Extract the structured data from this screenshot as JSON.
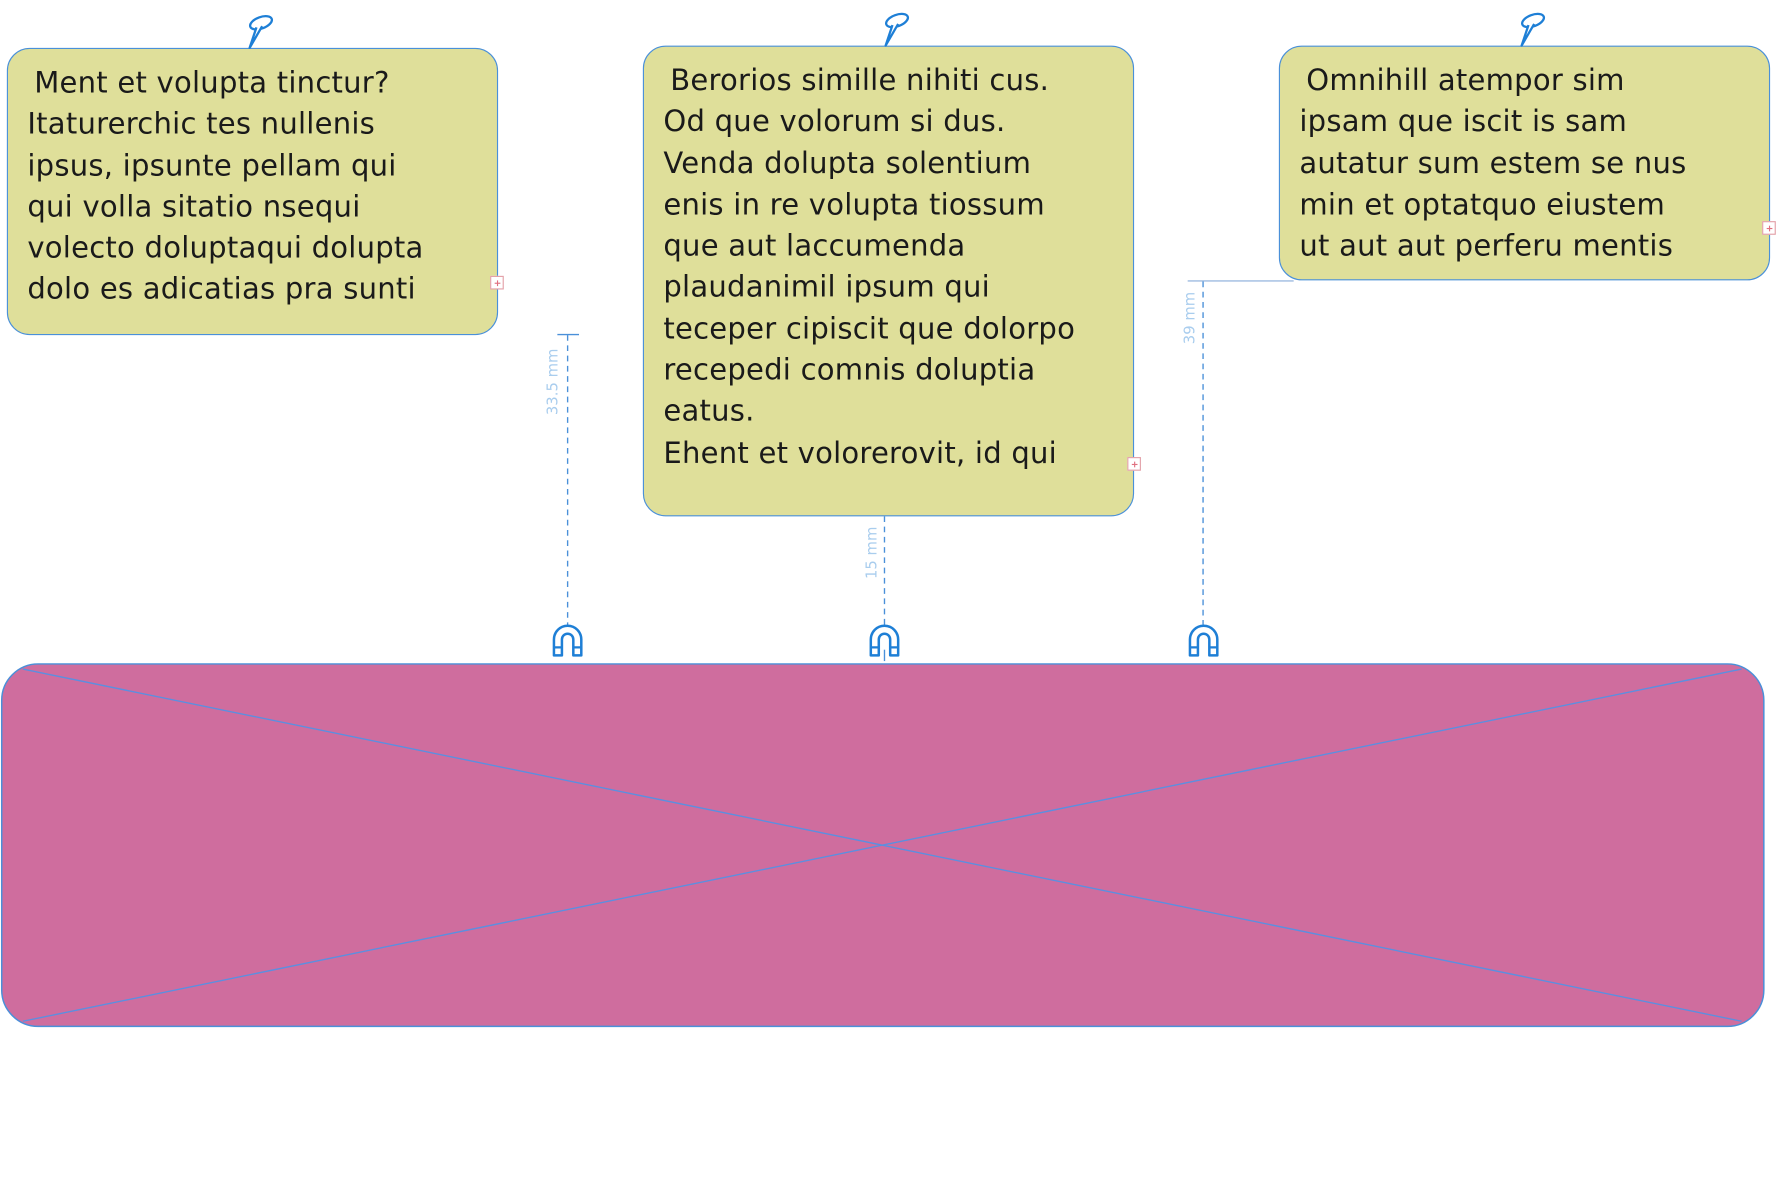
{
  "notes": [
    {
      "lines": [
        "Ment et volupta tinctur?",
        "Itaturerchic tes nullenis",
        "ipsus, ipsunte pellam qui",
        "qui volla sitatio nsequi",
        "volecto doluptaqui dolupta",
        "dolo es adicatias pra sunti"
      ]
    },
    {
      "lines": [
        "Berorios simille nihiti cus.",
        "Od que volorum si dus.",
        "Venda dolupta solentium",
        "enis in re volupta tiossum",
        "que aut laccumenda",
        "plaudanimil ipsum qui",
        "teceper cipiscit que dolorpo",
        "recepedi comnis doluptia",
        "eatus.",
        "Ehent et volorerovit, id qui"
      ]
    },
    {
      "lines": [
        "Omnihill atempor sim",
        "ipsam que iscit is sam",
        "autatur sum estem se nus",
        "min et optatquo eiustem",
        "ut aut aut perferu mentis"
      ]
    }
  ],
  "dimensions": [
    {
      "label": "33.5 mm"
    },
    {
      "label": "15 mm"
    },
    {
      "label": "39 mm"
    }
  ],
  "colors": {
    "note_fill": "#dfdf9a",
    "outline": "#4a90d9",
    "widget_fill": "#cf6d9e",
    "dimension_line": "#4a90d9",
    "dimension_text": "#a9cdee",
    "handle": "#e07080"
  },
  "icons": {
    "pin": "pushpin-icon",
    "magnet": "magnet-icon",
    "resize": "resize-handle-icon"
  }
}
